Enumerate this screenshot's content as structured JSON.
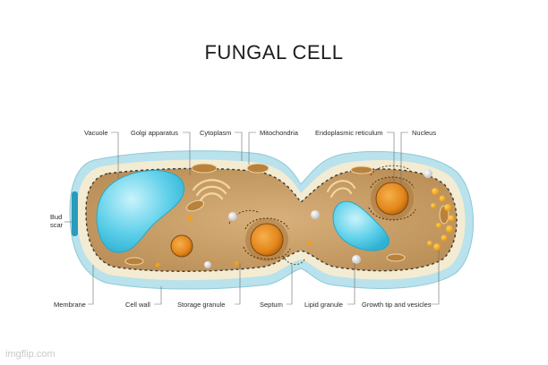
{
  "title": "FUNGAL CELL",
  "labels": {
    "vacuole": "Vacuole",
    "golgi": "Golgi apparatus",
    "cytoplasm": "Cytoplasm",
    "mitochondria": "Mitochondria",
    "er": "Endoplasmic reticulum",
    "nucleus": "Nucleus",
    "bud_scar_line1": "Bud",
    "bud_scar_line2": "scar",
    "membrane": "Membrane",
    "cell_wall": "Cell wall",
    "storage_granule": "Storage granule",
    "septum": "Septum",
    "lipid_granule": "Lipid granule",
    "growth_tip": "Growth tip and vesicles"
  },
  "watermark": "imgflip.com",
  "colors": {
    "cell_wall_outer": "#b9e2ec",
    "cell_wall_inner": "#f3ecd2",
    "cytoplasm": "#c9a06a",
    "vacuole": "#5ccfe8",
    "nucleus": "#e58a1c",
    "bud_scar": "#2a9bbd",
    "organelle": "#b8823d"
  }
}
